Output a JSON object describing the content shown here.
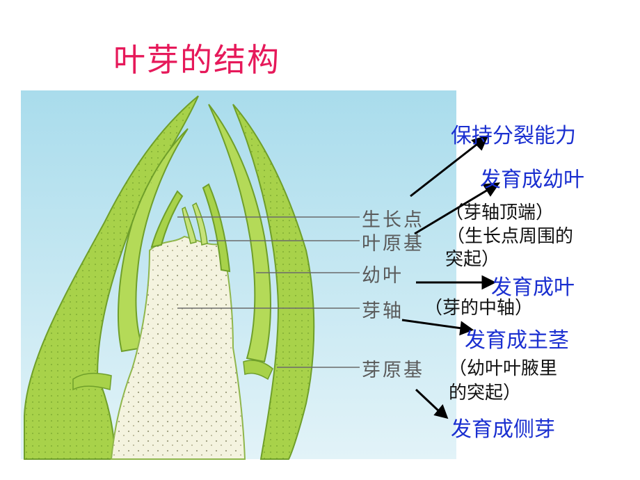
{
  "title": "叶芽的结构",
  "labels": {
    "growing_point": "生长点",
    "leaf_primordium": "叶原基",
    "young_leaf": "幼叶",
    "bud_axis": "芽轴",
    "bud_primordium": "芽原基"
  },
  "notes": {
    "growing_point": "（芽轴顶端）",
    "leaf_primordium_1": "（生长点周围的",
    "leaf_primordium_2": "突起）",
    "bud_axis": "（芽的中轴）",
    "bud_primordium_1": "（幼叶叶腋里",
    "bud_primordium_2": "的突起）"
  },
  "outcomes": {
    "growing_point": "保持分裂能力",
    "leaf_primordium": "发育成幼叶",
    "young_leaf": "发育成叶",
    "bud_axis": "发育成主茎",
    "bud_primordium": "发育成侧芽"
  },
  "colors": {
    "title": "#e6195a",
    "outcome": "#1a2fd0",
    "sky": "#bfe4f0",
    "leaf": "#a8d24a",
    "leaf_dark": "#7cae2c",
    "tissue": "#f4f3df"
  }
}
